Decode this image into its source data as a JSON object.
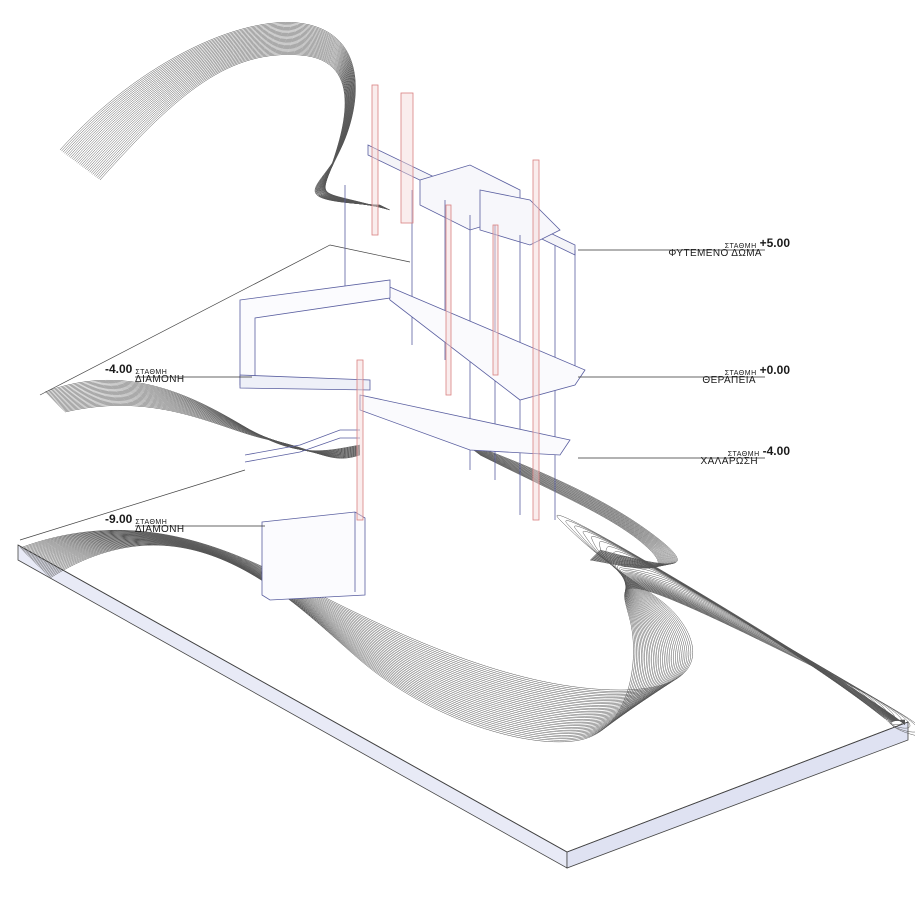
{
  "levels": [
    {
      "id": "roof",
      "prefix": "ΣΤΑΘΜΗ",
      "value": "+5.00",
      "name": "ΦΥΤΕΜΕΝΟ ΔΩΜΑ"
    },
    {
      "id": "therapy",
      "prefix": "ΣΤΑΘΜΗ",
      "value": "+0.00",
      "name": "ΘΕΡΑΠΕΙΑ"
    },
    {
      "id": "relax",
      "prefix": "ΣΤΑΘΜΗ",
      "value": "-4.00",
      "name": "ΧΑΛΑΡΩΣΗ"
    },
    {
      "id": "stay-upper",
      "prefix": "ΣΤΑΘΜΗ",
      "value": "-4.00",
      "name": "ΔΙΑΜΟΝΗ"
    },
    {
      "id": "stay-lower",
      "prefix": "ΣΤΑΘΜΗ",
      "value": "-9.00",
      "name": "ΔΙΑΜΟΝΗ"
    }
  ],
  "colors": {
    "line": "#3a3a3a",
    "structure": "#5a5fa0",
    "shaft": "#d98080",
    "base_side": "#e6e8f5"
  }
}
